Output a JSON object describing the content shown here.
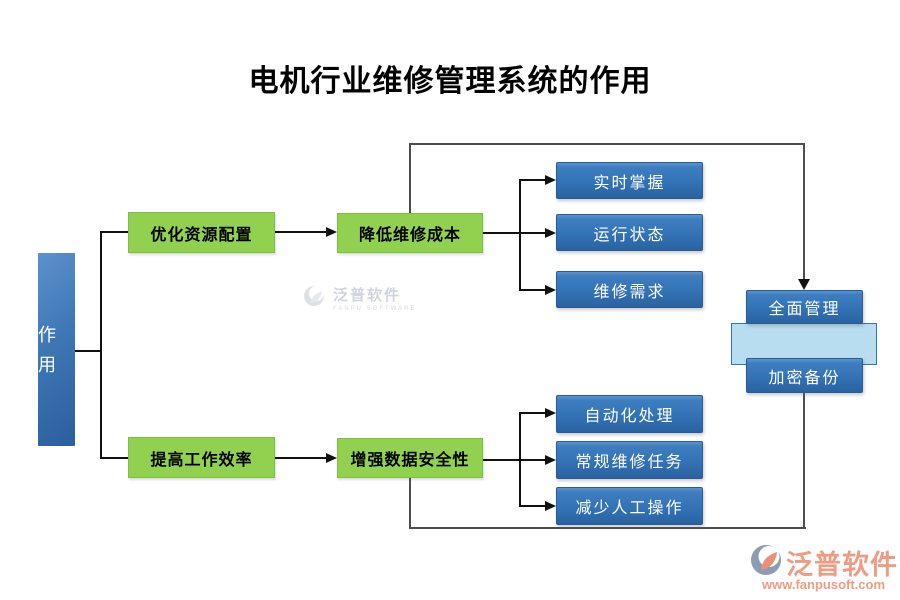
{
  "title": "电机行业维修管理系统的作用",
  "root": {
    "label": "作用"
  },
  "branches": [
    {
      "level1": "优化资源配置",
      "level2": "降低维修成本",
      "leaves": [
        "实时掌握",
        "运行状态",
        "维修需求"
      ]
    },
    {
      "level1": "提高工作效率",
      "level2": "增强数据安全性",
      "leaves": [
        "自动化处理",
        "常规维修任务",
        "减少人工操作"
      ]
    }
  ],
  "right_nodes": {
    "top": "全面管理",
    "bottom": "加密备份"
  },
  "watermark": {
    "name": "泛普软件",
    "subtitle": "FANPU SOFTWARE"
  },
  "footer_logo": {
    "name": "泛普软件",
    "url": "www.fanpusoft.com"
  },
  "colors": {
    "title_text": "#000000",
    "green_node": "#92d050",
    "blue_node_top": "#5b94cf",
    "blue_node_bottom": "#2a62a0",
    "highlight_band_fill": "#b8dcf0",
    "highlight_band_border": "#2f76b5",
    "connector": "#111111",
    "frame_line": "#4d4d4d",
    "logo_accent": "#ee9c84",
    "watermark_gray": "#b6bfca"
  }
}
